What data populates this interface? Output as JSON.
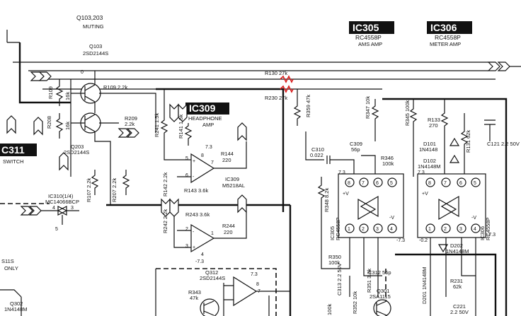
{
  "badges": {
    "ic305": "IC305",
    "ic306": "IC306",
    "ic309": "IC309",
    "ic311": "C311"
  },
  "texts": {
    "q103_203": "Q103,203",
    "muting": "MUTING",
    "q103": "Q103",
    "q103_part": "2SD2144S",
    "ic305_part": "RC4558P",
    "ic305_func": "AMS AMP",
    "ic306_part": "RC4558P",
    "ic306_func": "METER AMP",
    "headphone": "HEADPHONE",
    "amp": "AMP",
    "switch": "SWITCH",
    "q203": "Q203",
    "q203_part": "2SD2144S",
    "ic310": "IC310(1/4)",
    "ic310_part": "MC14066BCP",
    "ic309_side": "IC309",
    "ic309_side_part": "M5218AL",
    "s_frag": "S11S",
    "only": "ONLY",
    "q302": "Q302",
    "q302_part": "1N4148M",
    "q312": "Q312",
    "q312_part": "2SD2144S",
    "q301": "Q301",
    "q301_part": "2SA1115",
    "ic305_vert": "IC305",
    "ic305_vert_part": "RC4558P",
    "ic306_vert": "IC306",
    "ic306_vert_part": "RC4558P"
  },
  "parts": {
    "r130": "R130 27k",
    "r230": "R230 27k",
    "r109_l": "R109",
    "r109_v": "16k",
    "r109b": "R109 2.2k",
    "r208_l": "R208",
    "r208_v": "16k",
    "r209": "R209",
    "r209_v": "2.2k",
    "r241": "R241 1.5k",
    "r141": "R141 1.5k",
    "r144": "R144",
    "r144_v": "220",
    "r143": "R143 3.6k",
    "r243": "R243 3.6k",
    "r244": "R244",
    "r244_v": "220",
    "r142": "R142 2.2k",
    "r242": "R242 2.2k",
    "r107": "R107 2.2k",
    "r207": "R207 2.2k",
    "r359": "R359 47k",
    "r347": "R347 10k",
    "r345": "R345 100k",
    "c309": "C309",
    "c309_v": "56p",
    "r346": "R346",
    "r346_v": "100k",
    "c310": "C310",
    "c310_v": "0.022",
    "r348": "R348 8.2k",
    "r350": "R350",
    "r350_v": "100k",
    "c313": "C313 2.2 50V",
    "c312": "C312 56p",
    "r351": "R351 3.3k",
    "r352": "R352 10k",
    "r343": "R343",
    "r343_v": "47k",
    "r133": "R133",
    "r133_v": "270",
    "d101": "D101",
    "d101_v": "1N4148",
    "d102": "D102",
    "d102_v": "1N4148M",
    "r131": "R131 62k",
    "c121": "C121 2.2 50V",
    "d202": "D202",
    "d202_v": "1N4148M",
    "d201": "D201 1N4148M",
    "r231": "R231",
    "r231_v": "62k",
    "c221": "C221",
    "c221_v": "2.2 50V",
    "r100k": "100k"
  },
  "pins": {
    "p1": "1",
    "p2": "2",
    "p3": "3",
    "p4": "4",
    "p5": "5",
    "p6": "6",
    "p7": "7",
    "p8": "8",
    "plus": "+",
    "minus": "-",
    "pv": "+V",
    "nv": "-V",
    "v73": "7.3",
    "vm73": "-7.3",
    "vm02": "-0.2",
    "vo": "0"
  }
}
